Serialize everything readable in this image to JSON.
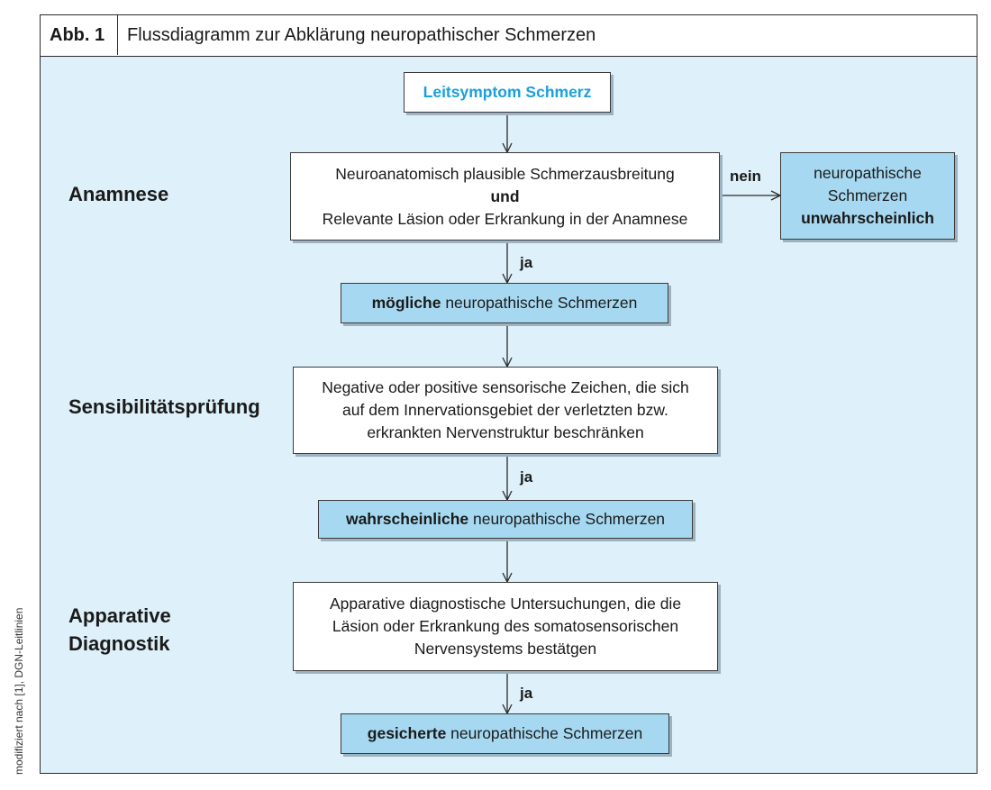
{
  "header": {
    "tag": "Abb. 1",
    "title": "Flussdiagramm zur Abklärung neuropathischer Schmerzen"
  },
  "sections": {
    "anamnese": "Anamnese",
    "sensibilitaet": "Sensibilitätsprüfung",
    "apparative_1": "Apparative",
    "apparative_2": "Diagnostik"
  },
  "nodes": {
    "start": "Leitsymptom Schmerz",
    "q1": {
      "line1": "Neuroanatomisch plausible Schmerzausbreitung",
      "line2": "und",
      "line3": "Relevante Läsion oder Erkrankung in der Anamnese"
    },
    "no_result": {
      "line1": "neuropathische",
      "line2": "Schmerzen",
      "line3": "unwahrscheinlich"
    },
    "possible": {
      "bold": "mögliche",
      "rest": " neuropathische Schmerzen"
    },
    "q2": {
      "line1": "Negative oder positive sensorische Zeichen, die sich",
      "line2": "auf dem Innervationsgebiet der verletzten bzw.",
      "line3": "erkrankten Nervenstruktur beschränken"
    },
    "probable": {
      "bold": "wahrscheinliche",
      "rest": " neuropathische Schmerzen"
    },
    "q3": {
      "line1": "Apparative diagnostische Untersuchungen, die die",
      "line2": "Läsion oder Erkrankung des somatosensorischen",
      "line3": "Nervensystems bestätgen"
    },
    "confirmed": {
      "bold": "gesicherte",
      "rest": " neuropathische Schmerzen"
    }
  },
  "edge_labels": {
    "no": "nein",
    "yes1": "ja",
    "yes2": "ja",
    "yes3": "ja"
  },
  "credit": "modifiziert nach [1], DGN-Leitlinien",
  "colors": {
    "background": "#def0f9",
    "result_box": "#a6d9f1",
    "start_text": "#1aa0dc"
  }
}
